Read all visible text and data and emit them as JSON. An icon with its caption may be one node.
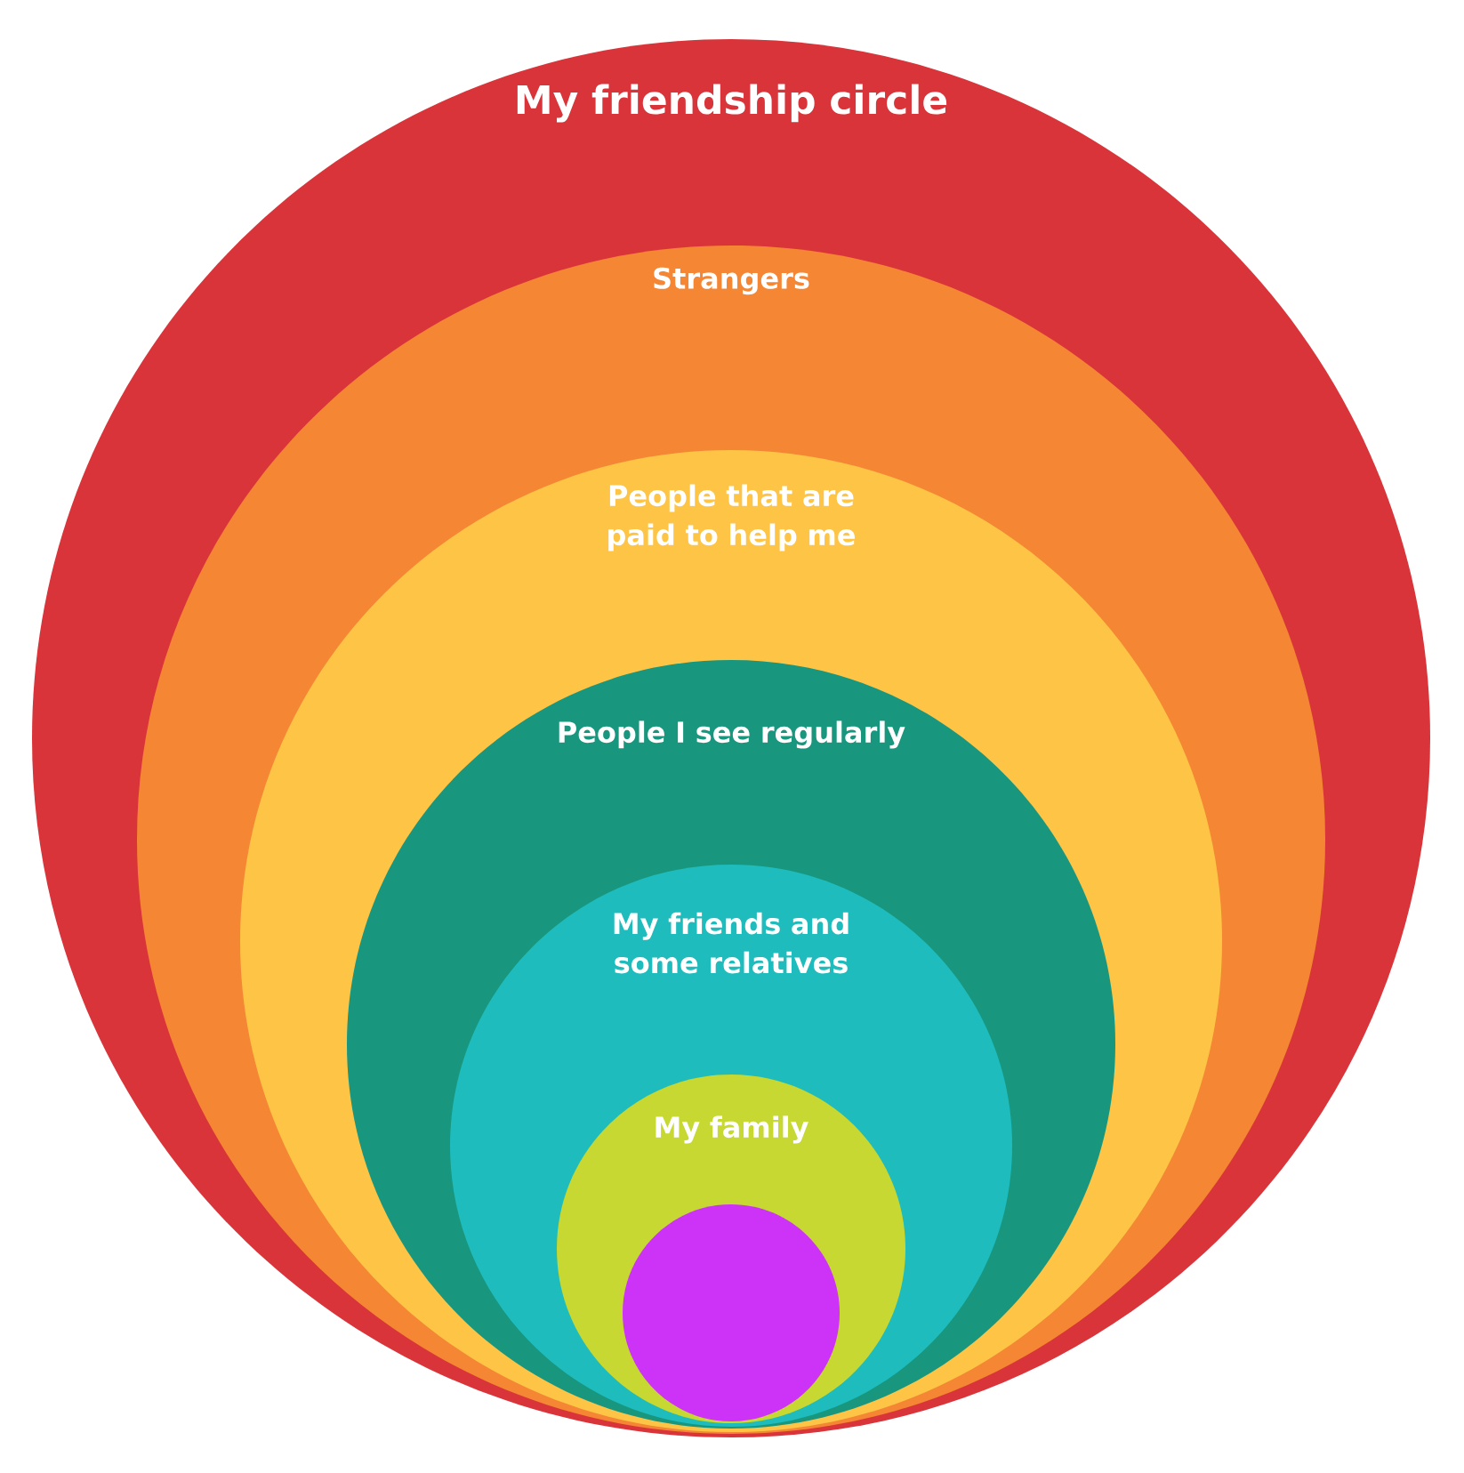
{
  "diagram": {
    "nodes": [
      {
        "text": [
          "My friendship circle"
        ]
      },
      {
        "text": [
          "Strangers"
        ],
        "in": 0
      },
      {
        "text": [
          "People that are paid to help me"
        ],
        "in": 1
      },
      {
        "text": [
          "People I see regularly"
        ],
        "in": 2
      },
      {
        "text": [
          "My friends and some relatives"
        ],
        "in": 3
      },
      {
        "text": [
          "My family"
        ],
        "in": 4
      },
      {
        "text": [],
        "shape": "circle",
        "in": 5
      }
    ]
  }
}
